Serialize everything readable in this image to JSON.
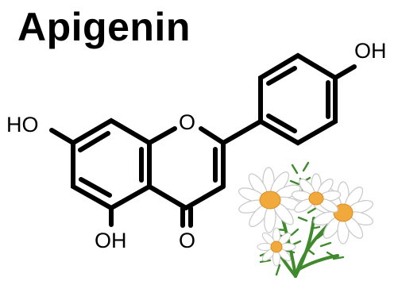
{
  "title": "Apigenin",
  "atoms": {
    "ho_left": "HO",
    "oh_right": "OH",
    "oh_bottom": "OH",
    "ring_oxygen": "O",
    "carbonyl_oxygen": "O"
  },
  "illustration": "chamomile-flowers",
  "colors": {
    "bond": "#000000",
    "petal": "#ffffff",
    "flower_center": "#f2a93b",
    "stem": "#3f8a2c"
  }
}
